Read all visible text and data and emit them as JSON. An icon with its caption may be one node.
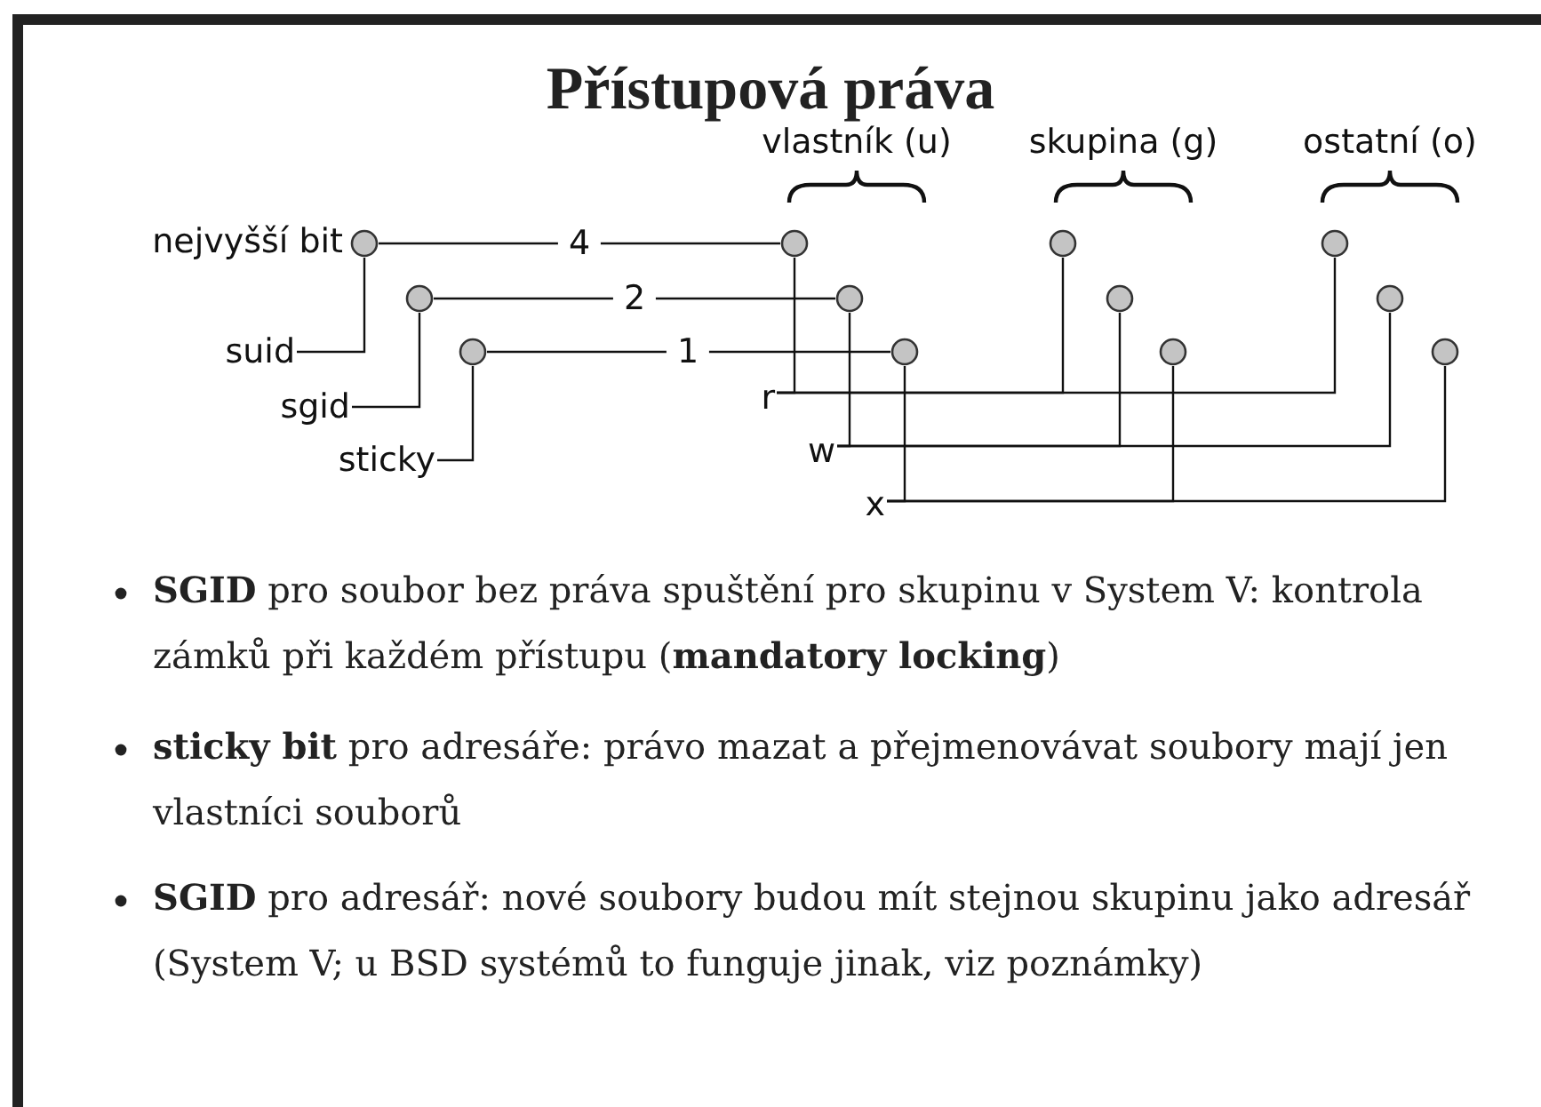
{
  "diagram": {
    "title": "Přístupová práva",
    "nodes": [
      {
        "text": [],
        "shape": "circle",
        "beside": [
          "nejvyšší bit"
        ]
      },
      {
        "text": [],
        "shape": "circle"
      },
      {
        "text": [],
        "shape": "circle"
      },
      {
        "text": [],
        "shape": "circle"
      },
      {
        "text": [],
        "shape": "circle"
      },
      {
        "text": [],
        "shape": "circle"
      },
      {
        "text": [],
        "shape": "circle"
      },
      {
        "text": [],
        "shape": "circle"
      },
      {
        "text": [],
        "shape": "circle"
      },
      {
        "text": [],
        "shape": "circle"
      },
      {
        "text": [],
        "shape": "circle"
      },
      {
        "text": [],
        "shape": "circle"
      },
      {
        "text": [
          "suid"
        ]
      },
      {
        "text": [
          "sgid"
        ]
      },
      {
        "text": [
          "sticky"
        ]
      },
      {
        "text": [
          "r"
        ]
      },
      {
        "text": [
          "w"
        ]
      },
      {
        "text": [
          "x"
        ]
      }
    ],
    "edges": [
      {
        "from": 0,
        "to": 1,
        "arrow": "none",
        "label": "4"
      },
      {
        "from": 4,
        "to": 5,
        "arrow": "none",
        "label": "2"
      },
      {
        "from": 8,
        "to": 9,
        "arrow": "none",
        "label": "1"
      },
      {
        "from": 12,
        "to": 0,
        "arrow": "none"
      },
      {
        "from": 13,
        "to": 4,
        "arrow": "none"
      },
      {
        "from": 14,
        "to": 8,
        "arrow": "none"
      },
      {
        "from": 15,
        "to": 1,
        "arrow": "none"
      },
      {
        "from": 15,
        "to": 2,
        "arrow": "none"
      },
      {
        "from": 15,
        "to": 3,
        "arrow": "none"
      },
      {
        "from": 16,
        "to": 5,
        "arrow": "none"
      },
      {
        "from": 16,
        "to": 6,
        "arrow": "none"
      },
      {
        "from": 16,
        "to": 7,
        "arrow": "none"
      },
      {
        "from": 17,
        "to": 9,
        "arrow": "none"
      },
      {
        "from": 17,
        "to": 10,
        "arrow": "none"
      },
      {
        "from": 17,
        "to": 11,
        "arrow": "none"
      }
    ],
    "labels": [
      "vlastník (u)",
      "skupina (g)",
      "ostatní (o)",
      "**SGID** pro soubor bez práva spuštění pro skupinu v System V: kontrola zámků při každém přístupu (**mandatory locking**)",
      "**sticky bit** pro adresáře: právo mazat a přejmenovávat soubory mají jen vlastníci souborů",
      "**SGID** pro adresář: nové soubory budou mít stejnou skupinu jako adresář (System V; u BSD systémů to funguje jinak, viz poznámky)"
    ]
  }
}
